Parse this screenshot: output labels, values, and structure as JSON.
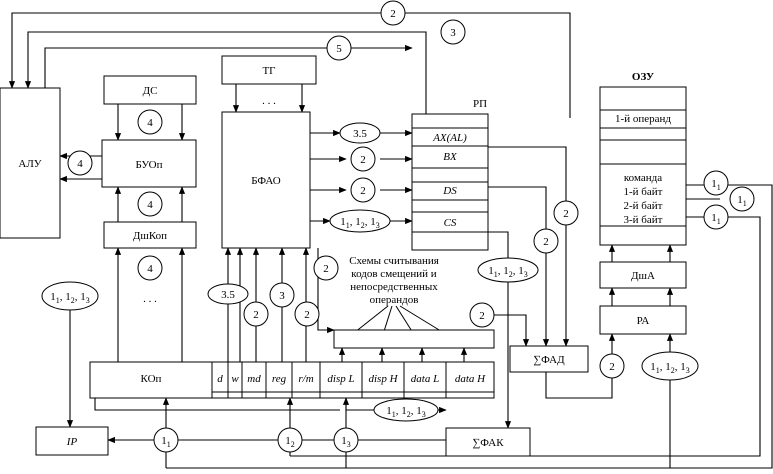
{
  "blocks": {
    "alu": "АЛУ",
    "ds": "ДС",
    "buop": "БУОп",
    "dshkop": "ДшКоп",
    "tg": "ТГ",
    "bfao": "БФАО",
    "rp": "РП",
    "ozu": "ОЗУ",
    "dsha": "ДшА",
    "ra": "РА",
    "ip": "IP",
    "sfak": "∑ФАК",
    "sfad": "∑ФАД",
    "tg_dots": ". . .",
    "dshkop_dots": ". . ."
  },
  "rp_registers": [
    "AX(AL)",
    "BX",
    "DS",
    "CS"
  ],
  "ozu_rows": {
    "operand": "1-й операнд",
    "cmd_1": "команда",
    "cmd_2": "1-й байт",
    "cmd_3": "2-й байт",
    "cmd_4": "3-й байт"
  },
  "instruction_fields": {
    "kop": "КОп",
    "d": "d",
    "w": "w",
    "md": "md",
    "reg": "reg",
    "rm": "r/m",
    "disp_l": "disp L",
    "disp_h": "disp H",
    "data_l": "data L",
    "data_h": "data H"
  },
  "read_schemes_caption": [
    "Схемы считывания",
    "кодов смещений и",
    "непосредственных",
    "операндов"
  ],
  "markers": {
    "n2": "2",
    "n3": "3",
    "n4": "4",
    "n5": "5",
    "n35": "3.5",
    "one": "1",
    "sub1": "1",
    "sub2": "2",
    "sub3": "3"
  }
}
